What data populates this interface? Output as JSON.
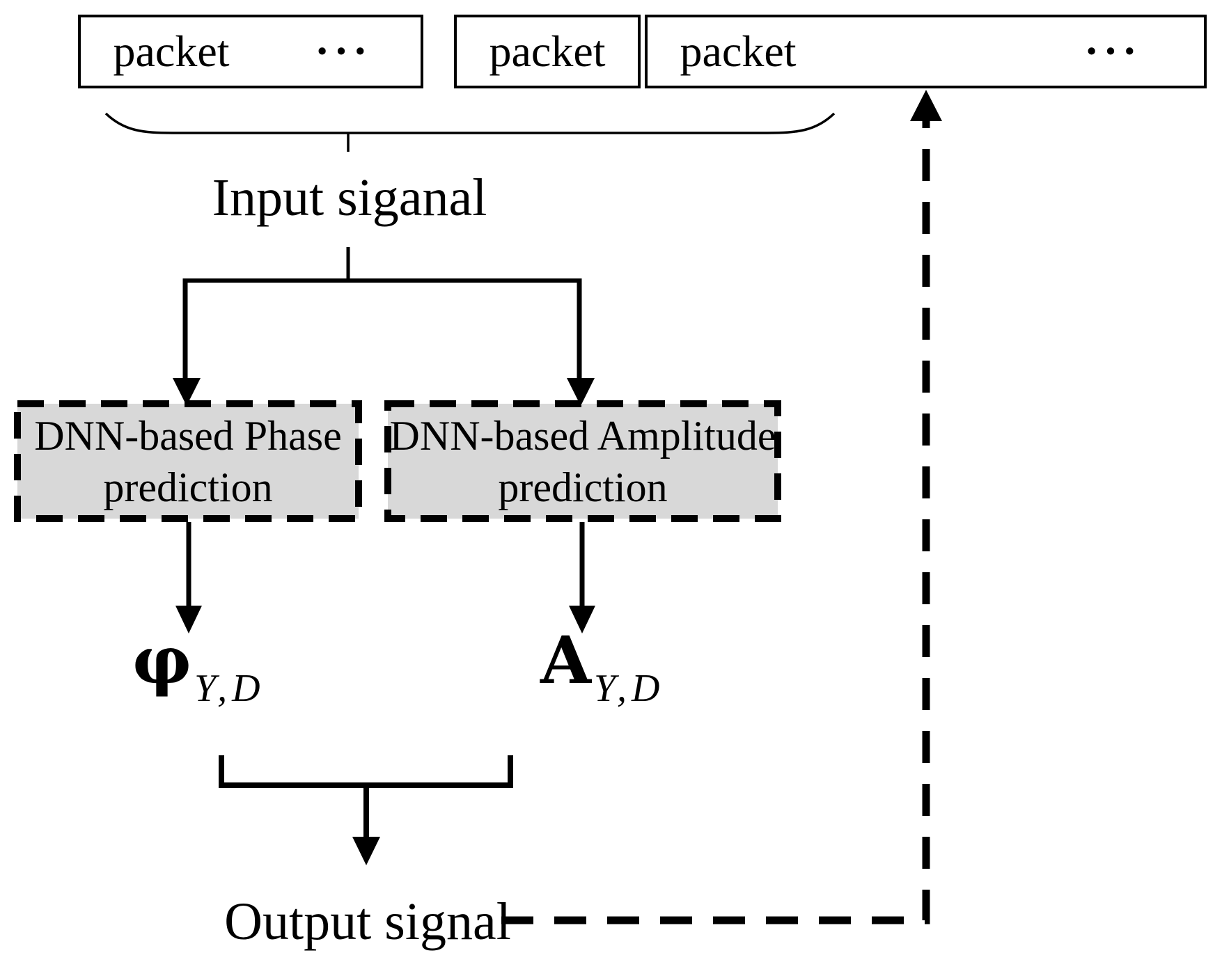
{
  "packet_row": {
    "cells": [
      {
        "label": "packet"
      },
      {
        "label": "•••"
      },
      {
        "label": "packet"
      },
      {
        "label": "packet"
      },
      {
        "label": ""
      },
      {
        "label": "•••"
      }
    ]
  },
  "labels": {
    "input_signal": "Input siganal",
    "output_signal": "Output signal"
  },
  "blocks": {
    "phase": {
      "line1": "DNN-based Phase",
      "line2": "prediction"
    },
    "amplitude": {
      "line1": "DNN-based Amplitude",
      "line2": "prediction"
    }
  },
  "math": {
    "phase_symbol": "φ",
    "amplitude_symbol": "A",
    "subscript": "Y,D"
  },
  "colors": {
    "line": "#000000",
    "box_fill": "#d8d8d8",
    "background": "#ffffff"
  }
}
